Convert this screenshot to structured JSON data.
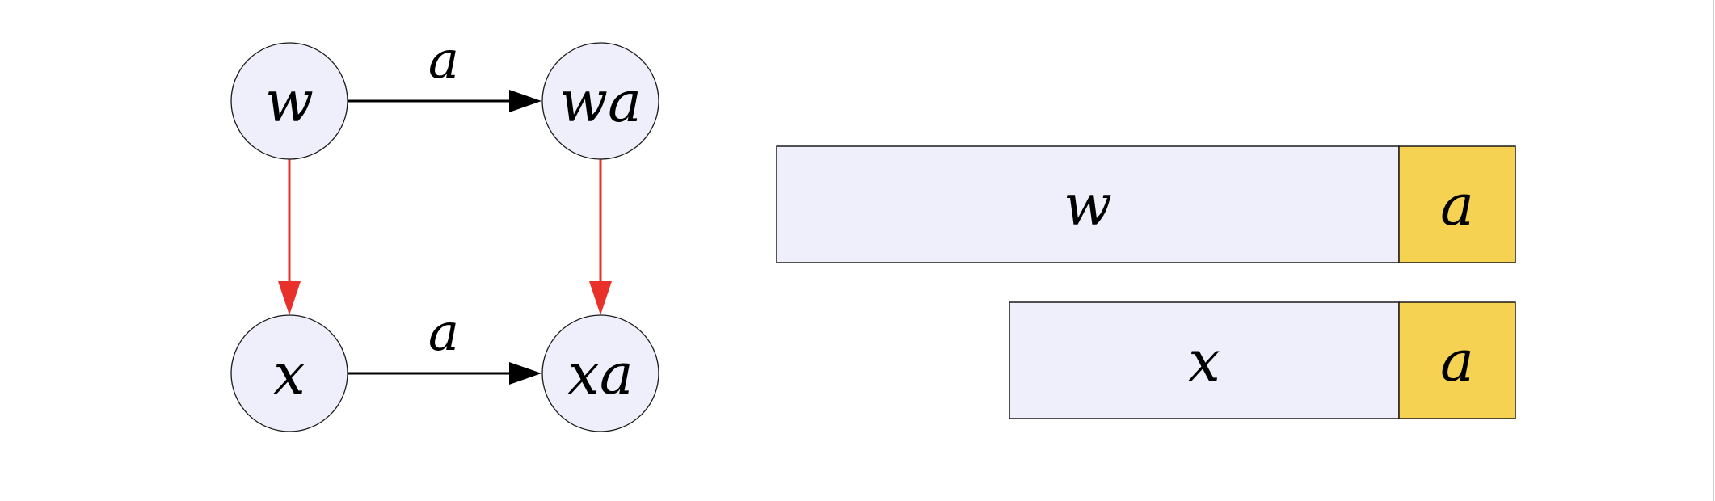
{
  "graph": {
    "nodes": {
      "w": "w",
      "wa": "wa",
      "x": "x",
      "xa": "xa"
    },
    "edges": {
      "top_label": "a",
      "bottom_label": "a"
    },
    "colors": {
      "node_fill": "#efeffc",
      "edge_black": "#000000",
      "edge_red": "#e8312a"
    }
  },
  "strings": {
    "top": {
      "prefix": "w",
      "suffix": "a"
    },
    "bottom": {
      "prefix": "x",
      "suffix": "a"
    },
    "colors": {
      "prefix_fill": "#efeffc",
      "suffix_fill": "#f5d252"
    }
  }
}
